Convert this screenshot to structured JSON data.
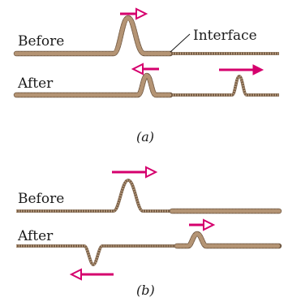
{
  "panel_a": {
    "label_before": "Before",
    "label_after": "After",
    "label_interface": "Interface",
    "caption": "(a)"
  },
  "panel_b": {
    "label_before": "Before",
    "label_after": "After",
    "caption": "(b)"
  },
  "colors": {
    "rope": "#b49474",
    "rope_dark": "#6e5640",
    "arrow": "#d5006d"
  }
}
